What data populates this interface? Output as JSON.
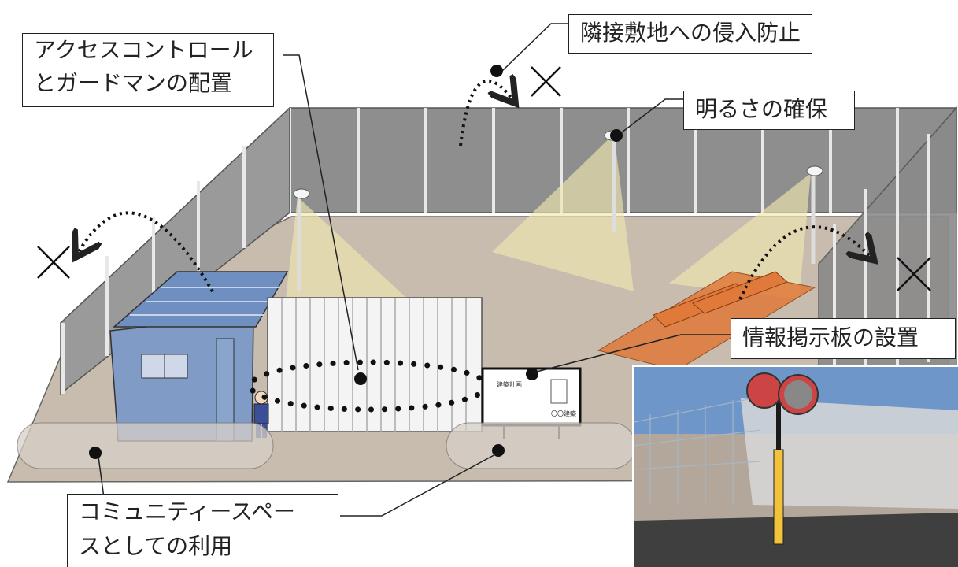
{
  "callouts": {
    "access_control": [
      "アクセスコントロール",
      "とガードマンの配置"
    ],
    "intrusion_prevention": "隣接敷地への侵入防止",
    "lighting": "明るさの確保",
    "info_board": "情報掲示板の設置",
    "community_space": [
      "コミュニティースペー",
      "スとしての利用"
    ]
  },
  "board": {
    "title": "建築計画",
    "owner": "〇〇建築"
  },
  "colors": {
    "fence": "#8c8c8c",
    "ground": "#c8bcae",
    "light_cone": "#f0e6b0",
    "hut": "#7f9bc6",
    "lumber": "#e07a3a"
  }
}
